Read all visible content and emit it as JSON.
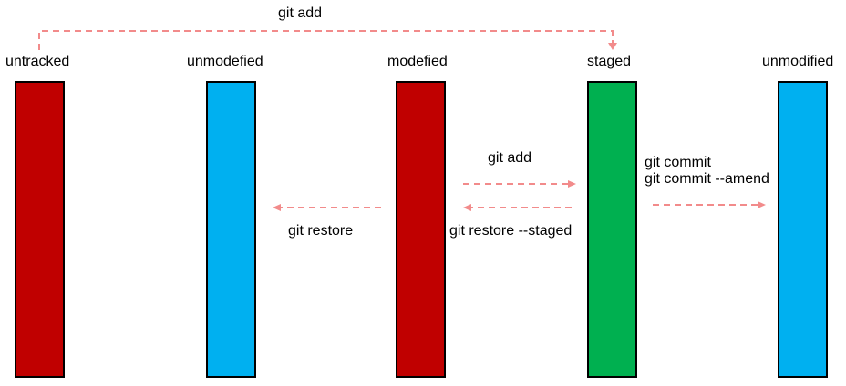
{
  "colors": {
    "untracked": "#c00000",
    "unmodified": "#00b0f0",
    "modified": "#c00000",
    "staged": "#00b050",
    "arrow": "#f28b8b"
  },
  "states": [
    {
      "key": "untracked",
      "label": "untracked"
    },
    {
      "key": "unmodified",
      "label": "unmodefied"
    },
    {
      "key": "modified",
      "label": "modefied"
    },
    {
      "key": "staged",
      "label": "staged"
    },
    {
      "key": "unmodified_after",
      "label": "unmodified"
    }
  ],
  "transitions": {
    "top_add": "git add",
    "add": "git add",
    "restore": "git restore",
    "restore_staged": "git restore --staged",
    "commit": "git commit",
    "commit_amend": "git commit --amend"
  }
}
